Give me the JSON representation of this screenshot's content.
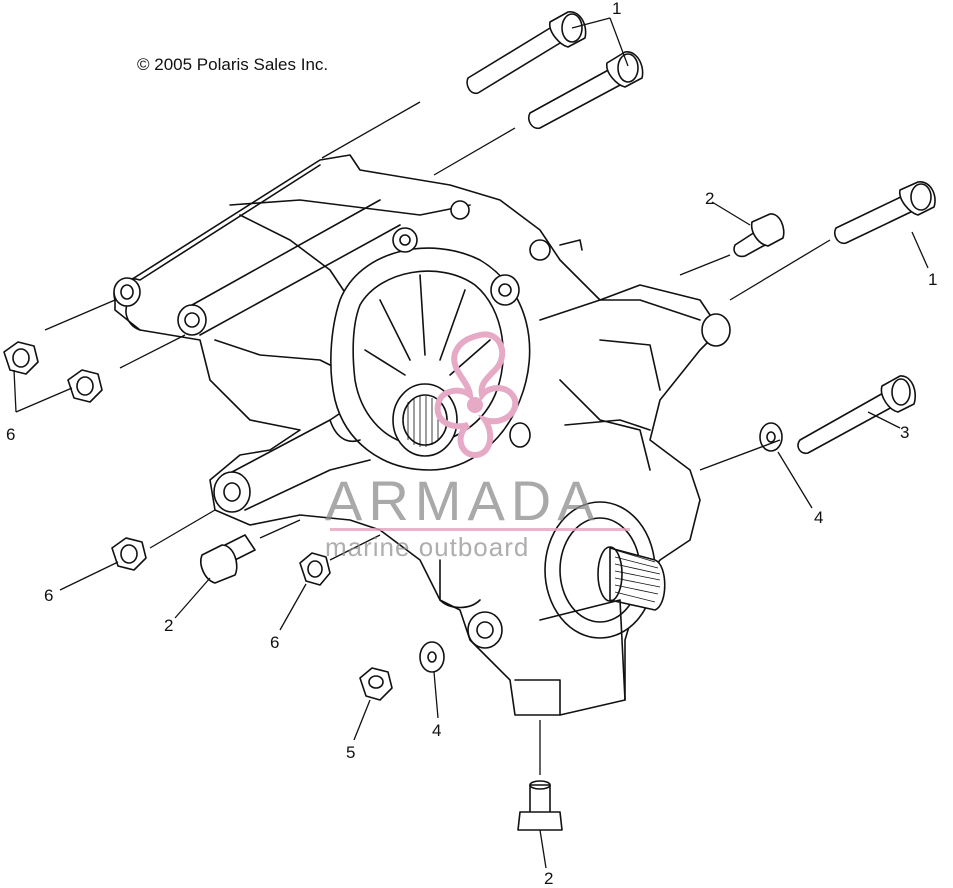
{
  "copyright": "© 2005 Polaris Sales Inc.",
  "callouts": [
    "1",
    "1",
    "2",
    "3",
    "4",
    "6",
    "6",
    "2",
    "6",
    "5",
    "4",
    "2"
  ],
  "watermark": {
    "brand": "ARMADA",
    "tagline": "marine outboard",
    "accent_color": "#e8a0c0",
    "logo_color": "#e6a9c6"
  },
  "colors": {
    "line": "#111111",
    "background": "#ffffff",
    "watermark_text": "#8c8c8c"
  }
}
